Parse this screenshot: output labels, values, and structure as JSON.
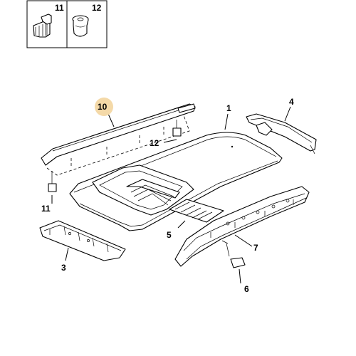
{
  "inset": {
    "cells": [
      {
        "label": "11"
      },
      {
        "label": "12"
      }
    ]
  },
  "callouts": {
    "p10": "10",
    "p1": "1",
    "p4": "4",
    "p12": "12",
    "p11": "11",
    "p3": "3",
    "p5": "5",
    "p7": "7",
    "p6": "6"
  },
  "colors": {
    "highlight_circle": "#f4d9a8",
    "line": "#000000"
  }
}
